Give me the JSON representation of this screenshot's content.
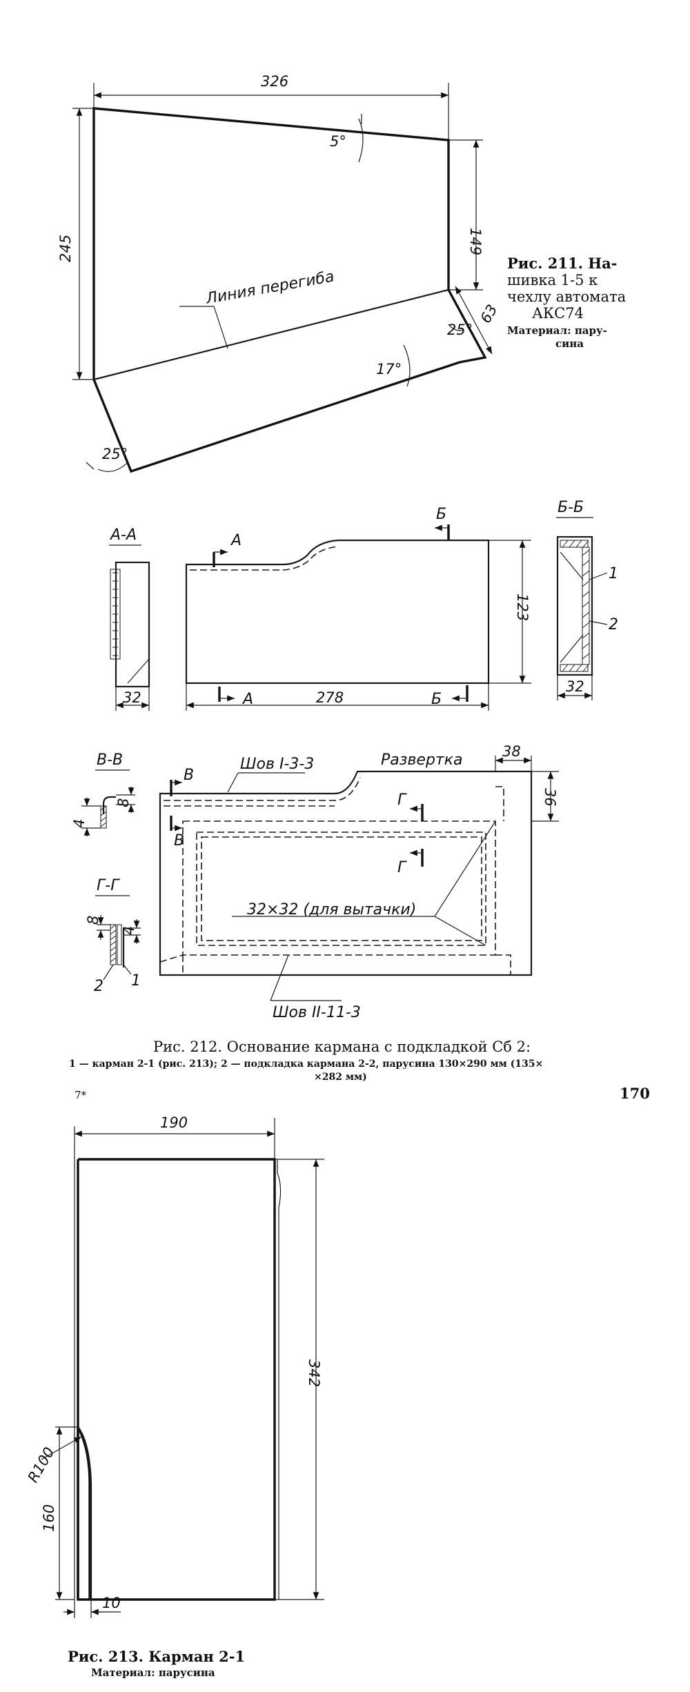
{
  "fig211": {
    "dims": {
      "top_width": "326",
      "left_height": "245",
      "right_height": "149",
      "corner_edge": "63",
      "corner_angle_small": "25°",
      "angle_top": "5°",
      "angle_mid": "17°",
      "angle_bottom": "25°"
    },
    "fold_line_label": "Линия перегиба",
    "caption_lines": [
      "Рис. 211. На-",
      "шивка 1-5 к",
      "чехлу автомата",
      "АКС74"
    ],
    "material_lines": [
      "Материал: пару-",
      "сина"
    ]
  },
  "fig212": {
    "top_view": {
      "section_a_title": "А-А",
      "section_b_title": "Б-Б",
      "mark_a": "А",
      "mark_b": "Б",
      "height": "123",
      "length": "278",
      "section_width_a": "32",
      "section_width_b": "32",
      "callout_1": "1",
      "callout_2": "2"
    },
    "unfold_view": {
      "title": "Развертка",
      "seam_top": "Шов I-3-3",
      "seam_bottom": "Шов II-11-3",
      "fold_note": "32×32 (для вытачки)",
      "dim_38": "38",
      "dim_36": "36",
      "mark_v": "В",
      "mark_g": "Г",
      "section_v_title": "В-В",
      "section_g_title": "Г-Г",
      "dim_8a": "8",
      "dim_4a": "4",
      "dim_8b": "8",
      "dim_4b": "4",
      "callout_2": "2",
      "callout_1": "1"
    },
    "caption_main": "Рис. 212. Основание кармана с подкладкой Сб 2:",
    "caption_detail_1": "1 — карман 2-1 (рис. 213); 2 — подкладка кармана 2-2, парусина 130×290 мм (135×",
    "caption_detail_2": "×282 мм)",
    "footer_left": "7*",
    "page_number": "170"
  },
  "fig213": {
    "dims": {
      "width": "190",
      "height": "342",
      "radius": "R100",
      "lower_height": "160",
      "bottom_offset": "10"
    },
    "caption": "Рис. 213. Карман 2-1",
    "material": "Материал: парусина"
  }
}
